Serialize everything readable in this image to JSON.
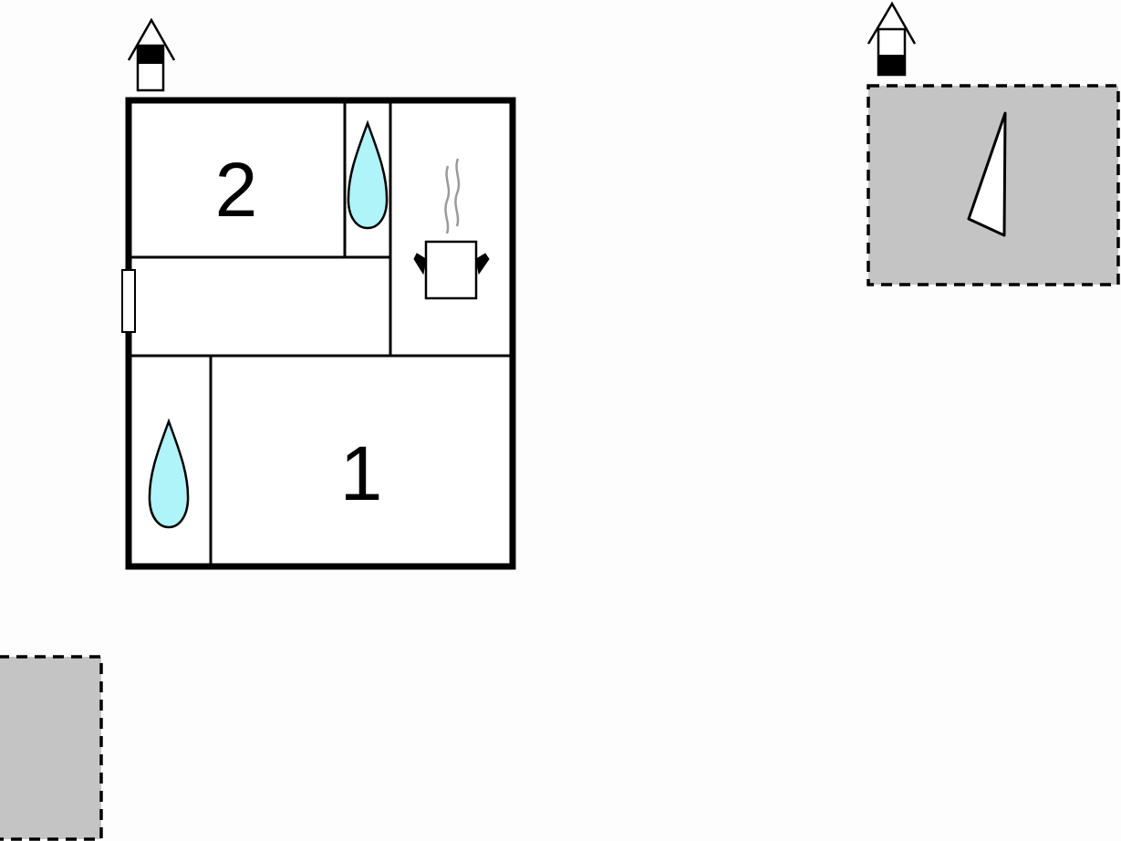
{
  "colors": {
    "background": "#fdfdfd",
    "wall": "#000000",
    "water": "#aef4f8",
    "outdoor_area": "#c4c4c4",
    "steam": "#9a9a9a",
    "fill_white": "#ffffff"
  },
  "rooms": [
    {
      "id": "bedroom-2",
      "label": "2"
    },
    {
      "id": "bedroom-1",
      "label": "1"
    }
  ],
  "icons": {
    "entrance": "entrance-house-icon",
    "terrace_entrance": "entrance-house-icon",
    "bathroom": "water-drop-icon",
    "kitchen": "cooking-pot-icon",
    "terrace": "sail-icon"
  }
}
